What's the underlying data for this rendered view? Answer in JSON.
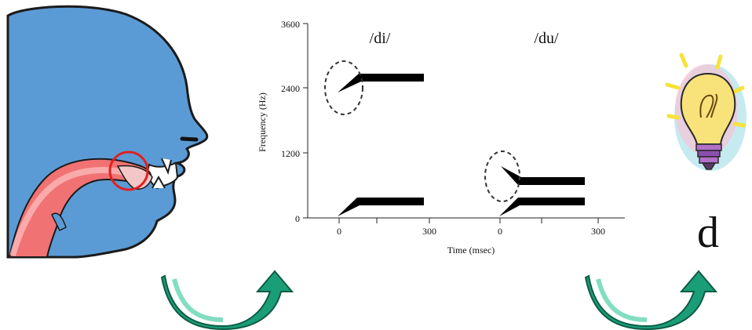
{
  "spectrogram": {
    "ylabel": "Frequency (Hz)",
    "xlabel": "Time (msec)",
    "y_ticks": [
      "0",
      "1200",
      "2400",
      "3600"
    ],
    "x_ticks_left": [
      "0",
      "300"
    ],
    "x_ticks_right": [
      "0",
      "300"
    ],
    "syllable_left": "/di/",
    "syllable_right": "/du/"
  },
  "result_letter": "d",
  "colors": {
    "head": "#5b9bd5",
    "tongue": "#f06262",
    "arrow": "#1a9e78",
    "circle_highlight": "#e02020",
    "formant": "#000000"
  },
  "icons": [
    "head-profile-icon",
    "lightbulb-icon",
    "curved-arrow-icon"
  ]
}
